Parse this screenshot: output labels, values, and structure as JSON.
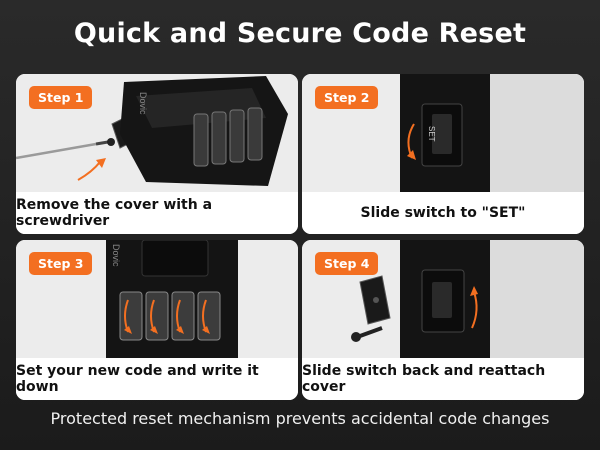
{
  "title": "Quick and Secure Code Reset",
  "steps": [
    {
      "badge": "Step 1",
      "caption": "Remove the cover with a screwdriver"
    },
    {
      "badge": "Step 2",
      "caption": "Slide switch to \"SET\""
    },
    {
      "badge": "Step 3",
      "caption": "Set your new code and write it down"
    },
    {
      "badge": "Step 4",
      "caption": "Slide switch back and reattach cover"
    }
  ],
  "footer": "Protected reset mechanism prevents accidental code changes",
  "switch_label": "SET",
  "brand_mark": "Dovic",
  "colors": {
    "accent": "#f36f21",
    "card_bg": "#ffffff",
    "photo_bg": "#ececec",
    "page_bg": "#232323"
  }
}
